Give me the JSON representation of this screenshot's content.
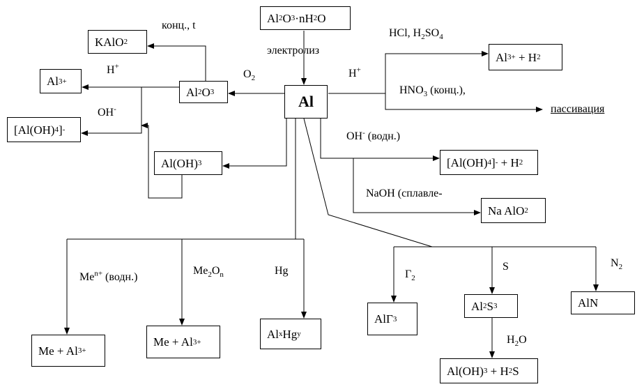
{
  "nodes": {
    "al2o3_hydrate": "Al2O3·nH2O",
    "kalo2": "KAlO2",
    "al3_left": "Al3+",
    "aloh4_left": "[Al(OH)4]-",
    "al2o3": "Al2O3",
    "al": "Al",
    "aloh3": "Al(OH)3",
    "al3_h2": "Al3+ + H2",
    "aloh4_h2": "[Al(OH)4]- + H2",
    "naalo2": "Na AlO2",
    "me_al3_a": "Me + Al3+",
    "me_al3_b": "Me + Al3+",
    "alxhgy": "AlxHgy",
    "alg3": "AlГ3",
    "al2s3": "Al2S3",
    "aln": "AlN",
    "aloh3_h2s": "Al(OH)3 + H2S"
  },
  "labels": {
    "konc_t": "конц., t",
    "elektroliz": "электролиз",
    "hcl_h2so4": "HCl, H2SO4",
    "h_plus_left": "H+",
    "o2": "O2",
    "h_plus_right": "H+",
    "hno3": "HNO3 (конц.),",
    "oh_minus_left": "OH-",
    "passivaciya": "пассивация",
    "oh_vodn": "OH- (водн.)",
    "naoh_splav": "NaOH (сплавле-",
    "men_vodn": "Men+ (водн.)",
    "me2on": "Me2On",
    "hg": "Hg",
    "g2": "Г2",
    "s": "S",
    "n2": "N2",
    "h2o": "H2O"
  }
}
